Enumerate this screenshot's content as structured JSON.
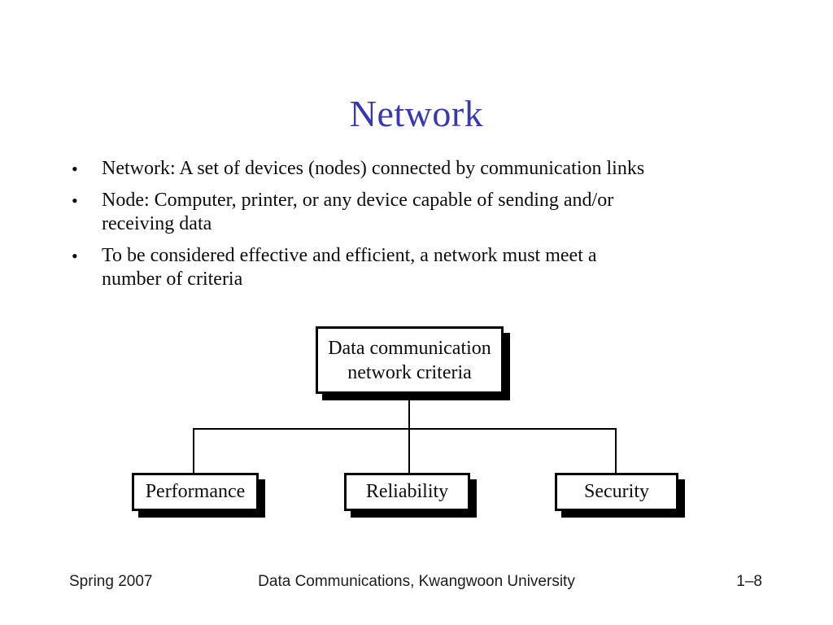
{
  "slide": {
    "title": "Network",
    "title_color": "#3838b2",
    "bullet_char": "•",
    "bullets": [
      {
        "lines": [
          "Network: A set of devices (nodes) connected by communication links"
        ]
      },
      {
        "lines": [
          "Node: Computer, printer, or any device capable of sending and/or",
          "receiving data"
        ]
      },
      {
        "lines": [
          "To be considered effective and efficient, a network must meet a",
          "number of criteria"
        ]
      }
    ],
    "diagram": {
      "root_label": "Data communication network criteria",
      "children": [
        "Performance",
        "Reliability",
        "Security"
      ],
      "line_color": "#000000",
      "box_border_color": "#000000",
      "box_fill_color": "#ffffff",
      "shadow_color": "#000000"
    },
    "footer": {
      "left": "Spring 2007",
      "center": "Data Communications, Kwangwoon University",
      "right": "1–8"
    }
  }
}
